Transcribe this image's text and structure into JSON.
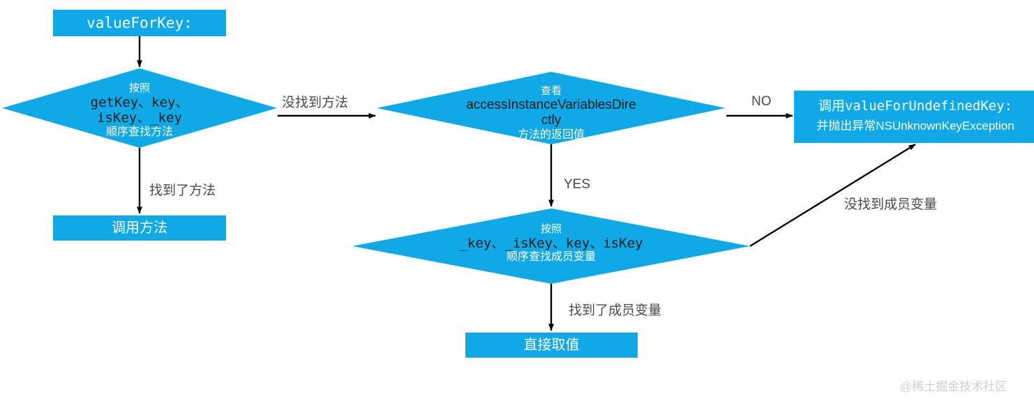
{
  "diagram": {
    "title_node": {
      "id": "value-for-key",
      "label": "valueForKey:"
    },
    "decision_find_method": {
      "line1": "按照",
      "line2": "getKey、key、",
      "line3": "isKey、_key",
      "line4": "顺序查找方法"
    },
    "decision_access_ivars": {
      "line1": "查看",
      "line2": "accessInstanceVariablesDire",
      "line3": "ctly",
      "line4": "方法的返回值"
    },
    "decision_find_ivar": {
      "line1": "按照",
      "line2": "_key、_isKey、key、isKey",
      "line3": "顺序查找成员变量"
    },
    "node_call_method": {
      "label": "调用方法"
    },
    "node_direct_value": {
      "label": "直接取值"
    },
    "node_undefined_key": {
      "line1": "调用valueForUndefinedKey:",
      "line1_prefix": "调用",
      "line1_code": "valueForUndefinedKey:",
      "line2": "并抛出异常NSUnknownKeyException"
    },
    "edges": {
      "method_not_found": "没找到方法",
      "method_found": "找到了方法",
      "no": "NO",
      "yes": "YES",
      "ivar_not_found": "没找到成员变量",
      "ivar_found": "找到了成员变量"
    },
    "watermark": "@稀土掘金技术社区",
    "colors": {
      "node_fill": "#0FA9E7",
      "node_text": "#ffffff",
      "code_text": "#1b1b1b",
      "edge_line": "#000000",
      "edge_label": "#4a4a4a",
      "watermark": "#cfcfcf",
      "background": "#ffffff"
    }
  }
}
